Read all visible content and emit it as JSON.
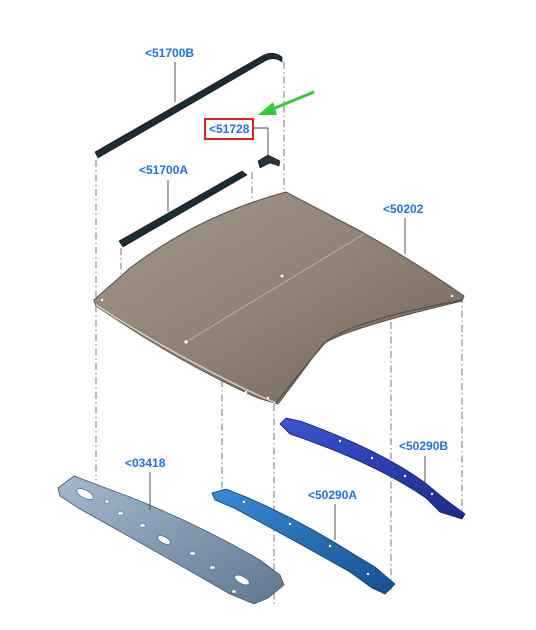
{
  "callouts": {
    "p51700B": "<51700B",
    "p51728": "<51728",
    "p51700A": "<51700A",
    "p50202": "<50202",
    "p03418": "<03418",
    "p50290B": "<50290B",
    "p50290A": "<50290A"
  },
  "colors": {
    "label": "#1f73d6",
    "highlight_box": "#e02020",
    "pointer_arrow": "#33cc33",
    "roof_panel": "#8c7e6f",
    "weatherstrip": "#1d2b33",
    "bow_blue": "#1f5fb0",
    "bow_dark_blue": "#2a3aa8",
    "front_header": "#7d95ad",
    "leader_line": "#444444"
  },
  "icons": {
    "pointer": "arrow-icon"
  }
}
